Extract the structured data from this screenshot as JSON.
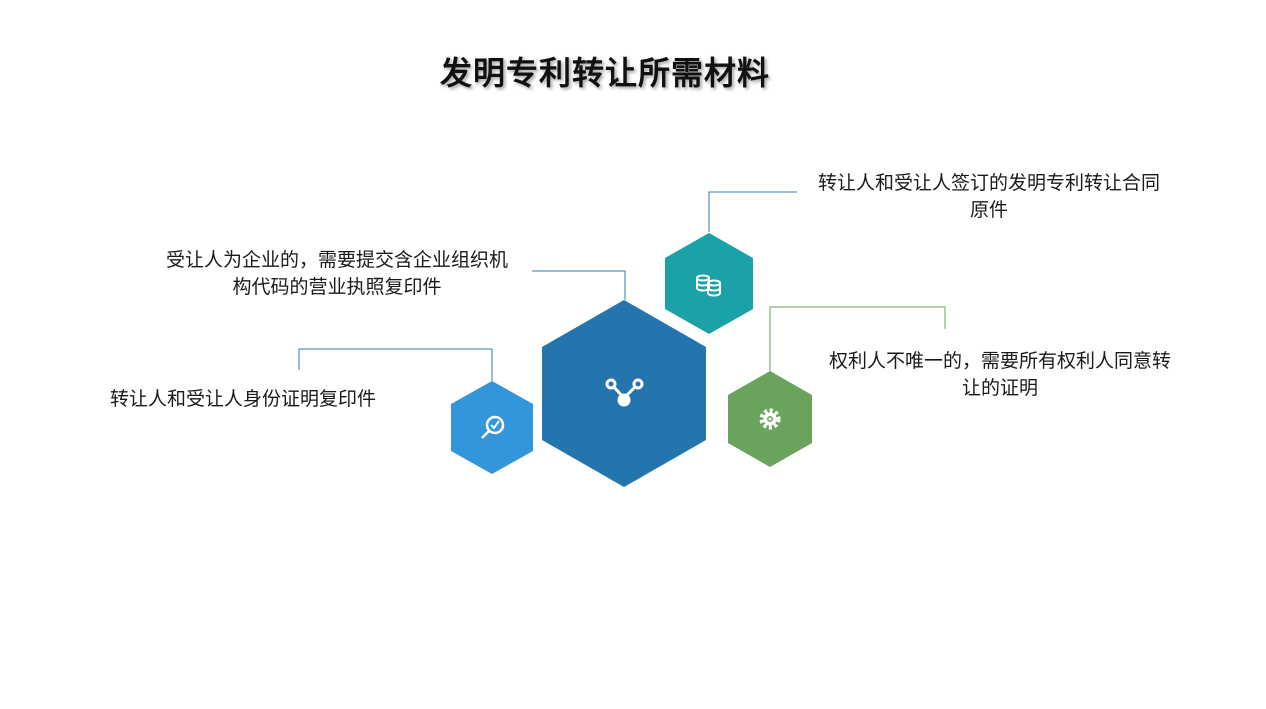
{
  "title": "发明专利转让所需材料",
  "colors": {
    "center": "#2474AE",
    "teal": "#1BA1A8",
    "blue": "#3496DA",
    "green": "#6AA35B",
    "connector_blue": "#2C7FB5",
    "connector_green": "#6AA35B"
  },
  "items": [
    {
      "label": "转让人和受让人签订的发明专利转让合同原件",
      "icon": "coins-icon"
    },
    {
      "label": "受让人为企业的，需要提交含企业组织机构代码的营业执照复印件",
      "icon": "share-nodes-icon"
    },
    {
      "label": "转让人和受让人身份证明复印件",
      "icon": "search-check-icon"
    },
    {
      "label": "权利人不唯一的，需要所有权利人同意转让的证明",
      "icon": "gear-icon"
    }
  ]
}
